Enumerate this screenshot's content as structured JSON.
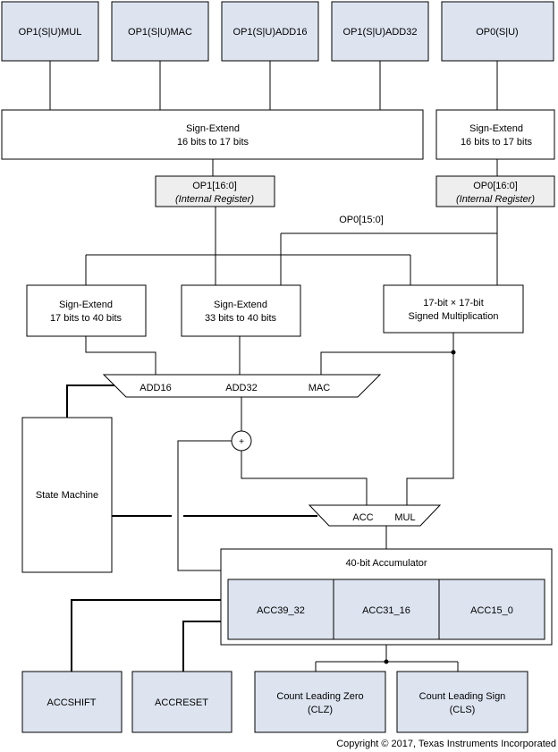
{
  "boxes": {
    "op1_mul": "OP1(S|U)MUL",
    "op1_mac": "OP1(S|U)MAC",
    "op1_add16": "OP1(S|U)ADD16",
    "op1_add32": "OP1(S|U)ADD32",
    "op0": "OP0(S|U)",
    "signext_op1": [
      "Sign-Extend",
      "16 bits to 17 bits"
    ],
    "signext_op0": [
      "Sign-Extend",
      "16 bits to 17 bits"
    ],
    "op1_reg": [
      "OP1[16:0]",
      "(Internal Register)"
    ],
    "op0_reg": [
      "OP0[16:0]",
      "(Internal Register)"
    ],
    "op0_bits_label": "OP0[15:0]",
    "signext_17_40": [
      "Sign-Extend",
      "17 bits to 40 bits"
    ],
    "signext_33_40": [
      "Sign-Extend",
      "33 bits to 40 bits"
    ],
    "mult": [
      "17-bit × 17-bit",
      "Signed Multiplication"
    ],
    "mux1": [
      "ADD16",
      "ADD32",
      "MAC"
    ],
    "adder": "+",
    "state_machine": "State Machine",
    "mux2": [
      "ACC",
      "MUL"
    ],
    "accumulator_title": "40-bit Accumulator",
    "acc_fields": [
      "ACC39_32",
      "ACC31_16",
      "ACC15_0"
    ],
    "accshift": "ACCSHIFT",
    "accreset": "ACCRESET",
    "clz": [
      "Count Leading Zero",
      "(CLZ)"
    ],
    "cls": [
      "Count Leading Sign",
      "(CLS)"
    ]
  },
  "copyright": "Copyright © 2017, Texas Instruments Incorporated",
  "colors": {
    "blue_fill": "#dde4f0",
    "gray_fill": "#eeeeee",
    "stroke": "#000000"
  }
}
